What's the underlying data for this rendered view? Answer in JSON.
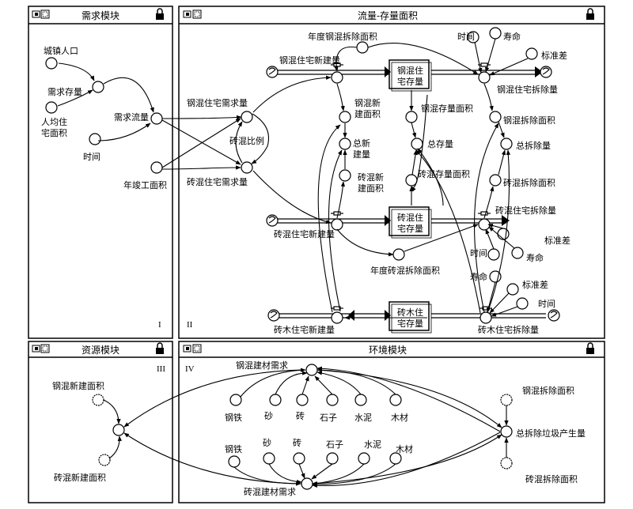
{
  "panels": {
    "demand": {
      "title": "需求模块",
      "roman": "I"
    },
    "flow": {
      "title": "流量-存量面积",
      "roman": "II"
    },
    "resource": {
      "title": "资源模块",
      "roman": "III"
    },
    "environment": {
      "title": "环境模块",
      "roman": "IV"
    }
  },
  "demand_module": {
    "urban_pop": "城镇人口",
    "demand_stock": "需求存量",
    "per_capita_1": "人均住",
    "per_capita_2": "宅面积",
    "demand_flow": "需求流量",
    "time": "时间",
    "annual_completed": "年竣工面积"
  },
  "flow_module": {
    "annual_rc_demolish": "年度钢混拆除面积",
    "rc_new_build": "钢混住宅新建量",
    "rc_stock_1": "钢混住",
    "rc_stock_2": "宅存量",
    "rc_demolish_flow": "钢混住宅拆除量",
    "time_top": "时间",
    "life_top": "寿命",
    "std_top": "标准差",
    "rc_demand": "钢混住宅需求量",
    "rc_new_area_1": "钢混新",
    "rc_new_area_2": "建面积",
    "rc_stock_area": "钢混存量面积",
    "rc_demolish_area": "钢混拆除面积",
    "brick_ratio": "砖混比例",
    "total_new_1": "总新",
    "total_new_2": "建量",
    "total_stock": "总存量",
    "total_demolish": "总拆除量",
    "bc_demand": "砖混住宅需求量",
    "bc_new_area_1": "砖混新",
    "bc_new_area_2": "建面积",
    "bc_stock_area": "砖混存量面积",
    "bc_demolish_area": "砖混拆除面积",
    "bc_new_build": "砖混住宅新建量",
    "bc_stock_1": "砖混住",
    "bc_stock_2": "宅存量",
    "bc_demolish_flow": "砖混住宅拆除量",
    "std_mid": "标准差",
    "time_mid": "时间",
    "life_mid": "寿命",
    "annual_bc_demolish": "年度砖混拆除面积",
    "life_bot": "寿命",
    "std_bot": "标准差",
    "time_bot": "时间",
    "bw_new_build": "砖木住宅新建量",
    "bw_stock_1": "砖木住",
    "bw_stock_2": "宅存量",
    "bw_demolish_flow": "砖木住宅拆除量"
  },
  "resource_module": {
    "rc_new_area": "钢混新建面积",
    "bc_new_area": "砖混新建面积"
  },
  "environment_module": {
    "rc_material_demand": "钢混建材需求",
    "steel_1": "钢铁",
    "sand_1": "砂",
    "brick_1": "砖",
    "stone_1": "石子",
    "cement_1": "水泥",
    "wood_1": "木材",
    "steel_2": "钢铁",
    "sand_2": "砂",
    "brick_2": "砖",
    "stone_2": "石子",
    "cement_2": "水泥",
    "wood_2": "木材",
    "bc_material_demand": "砖混建材需求",
    "rc_demolish_area": "钢混拆除面积",
    "total_waste": "总拆除垃圾产生量",
    "bc_demolish_area": "砖混拆除面积"
  }
}
